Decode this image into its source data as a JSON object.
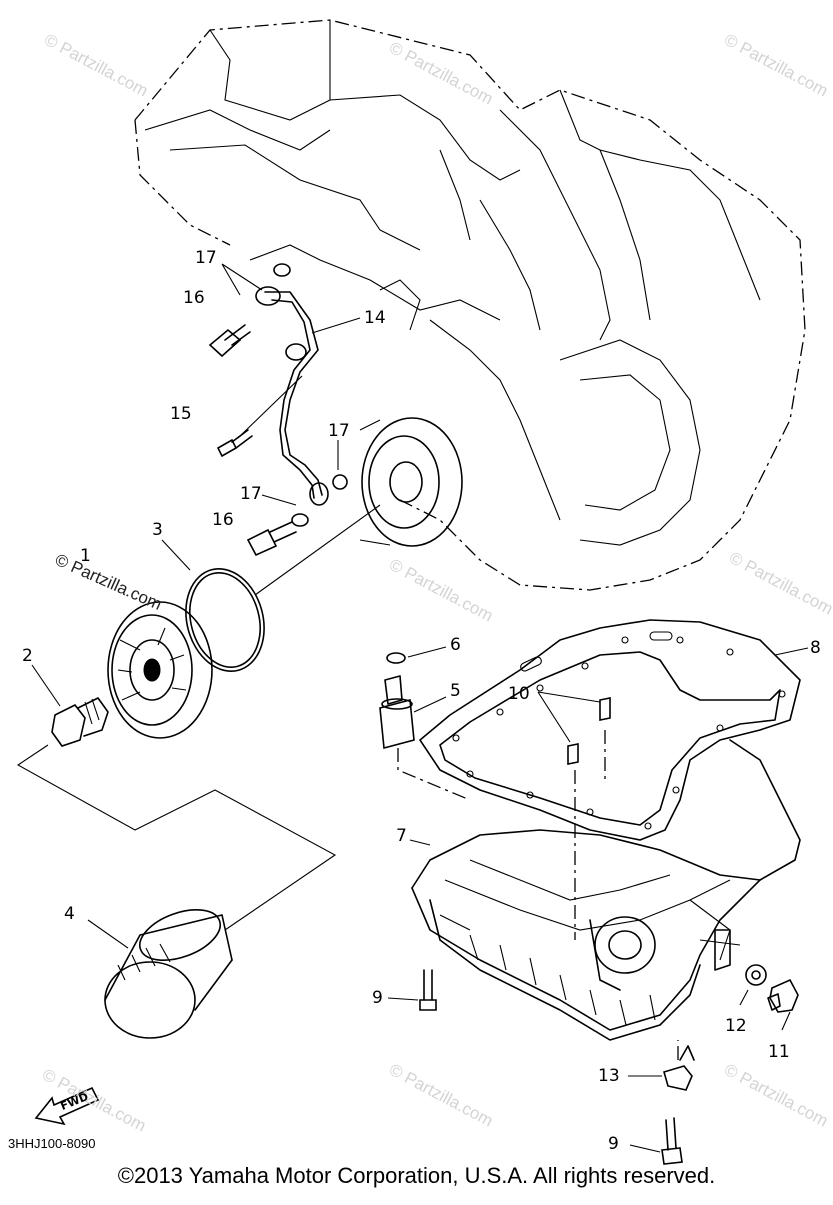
{
  "diagram": {
    "callouts": {
      "c1": "1",
      "c2": "2",
      "c3": "3",
      "c4": "4",
      "c5": "5",
      "c6": "6",
      "c7": "7",
      "c8": "8",
      "c9a": "9",
      "c9b": "9",
      "c10": "10",
      "c11": "11",
      "c12": "12",
      "c13": "13",
      "c14": "14",
      "c15": "15",
      "c16a": "16",
      "c16b": "16",
      "c17a": "17",
      "c17b": "17",
      "c17c": "17"
    },
    "fwd_label": "FWD",
    "diagram_code": "3HHJ100-8090",
    "copyright": "©2013 Yamaha Motor Corporation, U.S.A. All rights reserved.",
    "watermark": "© Partzilla.com"
  }
}
